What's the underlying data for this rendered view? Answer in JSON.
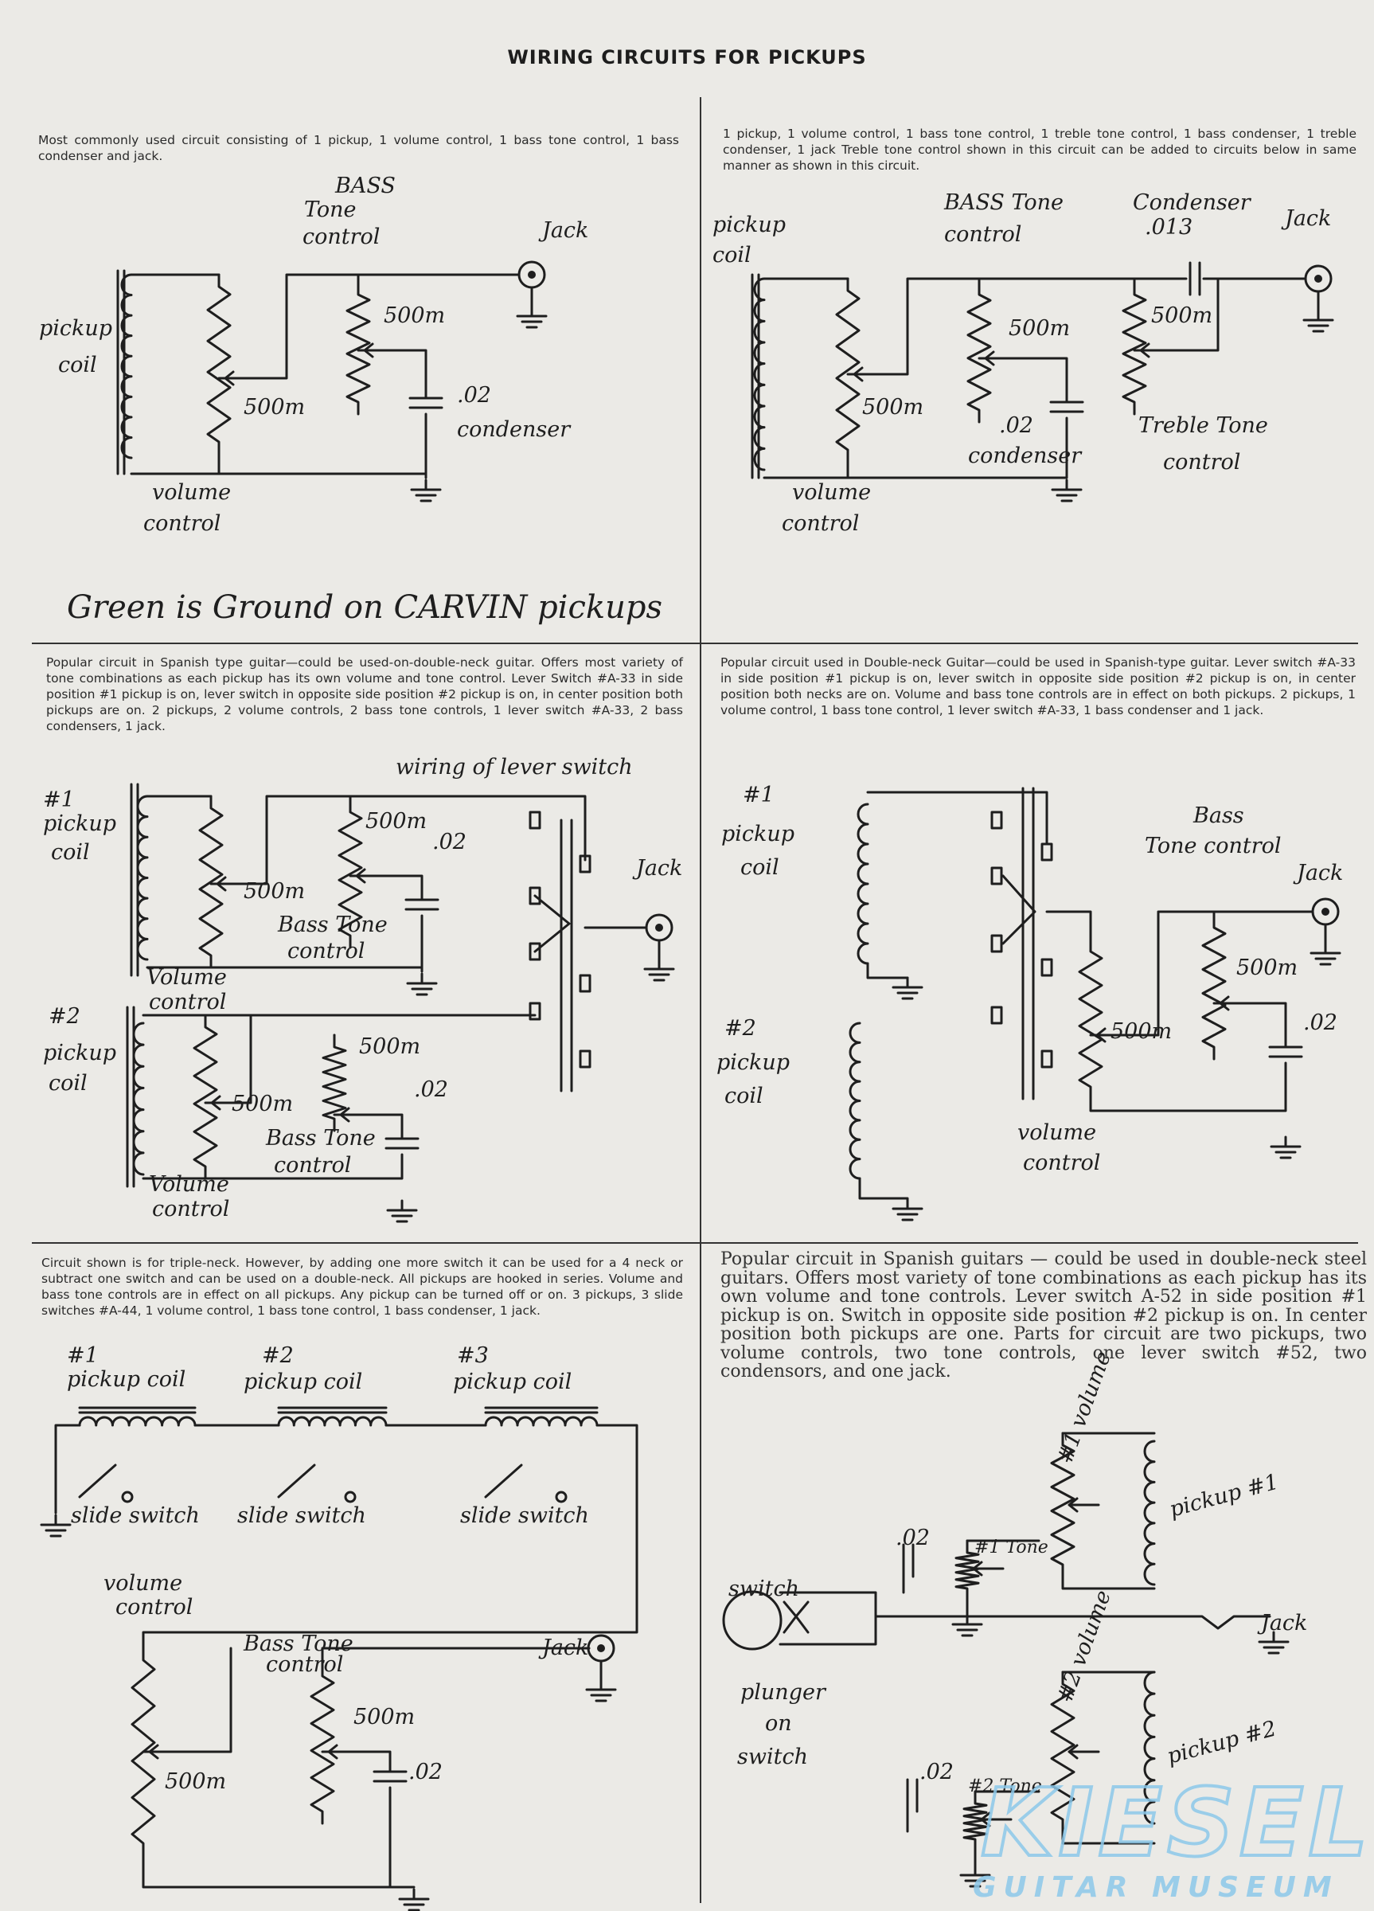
{
  "title": "WIRING CIRCUITS FOR PICKUPS",
  "descriptions": [
    "Most commonly used circuit consisting of 1 pickup, 1 volume control, 1 bass tone control, 1 bass condenser and jack.",
    "1 pickup, 1 volume control, 1 bass tone control, 1 treble tone control, 1 bass condenser, 1 treble condenser, 1 jack Treble tone control shown in this circuit can be added to circuits below in same manner as shown in this circuit.",
    "Popular circuit in Spanish type guitar—could be used-on-double-neck guitar. Offers most variety of tone combinations as each pickup has its own volume and tone control. Lever Switch #A-33 in side position #1 pickup is on, lever switch in opposite side position #2 pickup is on, in center position both pickups are on. 2 pickups, 2 volume controls, 2 bass tone controls, 1 lever switch #A-33, 2 bass condensers, 1 jack.",
    "Popular circuit used in Double-neck Guitar—could be used in Spanish-type guitar. Lever switch #A-33 in side position #1 pickup is on, lever switch in opposite side position #2 pickup is on, in center position both necks are on. Volume and bass tone controls are in effect on both pickups. 2 pickups, 1 volume control, 1 bass tone control, 1 lever switch #A-33, 1 bass condenser and 1 jack.",
    "Circuit shown is for triple-neck. However, by adding one more switch it can be used for a 4 neck or subtract one switch and can be used on a double-neck. All pickups are hooked in series. Volume and bass tone controls are in effect on all pickups. Any pickup can be turned off or on. 3 pickups, 3 slide switches #A-44, 1 volume control, 1 bass tone control, 1 bass condenser, 1 jack.",
    "Popular circuit in Spanish guitars — could be used in double-neck steel guitars. Offers most variety of tone combinations as each pickup has its own volume and tone controls. Lever switch A-52 in side position #1 pickup is on. Switch in opposite side position #2 pickup is on. In center position both pickups are one. Parts for circuit are two pickups, two volume controls, two tone controls, one lever switch #52, two condensors, and one jack."
  ],
  "d1": [
    "BASS",
    "Tone",
    "control",
    "Jack",
    "pickup",
    "coil",
    "500m",
    "500m",
    ".02",
    "condenser",
    "volume",
    "control",
    "Green is Ground on CARVIN pickups"
  ],
  "d2": [
    "pickup",
    "coil",
    "BASS Tone",
    "control",
    "Condenser",
    ".013",
    "Jack",
    "500m",
    "500m",
    "500m",
    ".02",
    "condenser",
    "Treble Tone",
    "control",
    "volume",
    "control"
  ],
  "d3": [
    "wiring of lever switch",
    "#1",
    "pickup",
    "coil",
    "500m",
    "500m",
    ".02",
    "Bass Tone",
    "control",
    "Jack",
    "Volume",
    "control",
    "#2",
    "pickup",
    "coil",
    "500m",
    "500m",
    ".02",
    "Bass Tone",
    "control",
    "Volume",
    "control"
  ],
  "d4": [
    "#1",
    "pickup",
    "coil",
    "Bass",
    "Tone control",
    "Jack",
    "500m",
    ".02",
    "500m",
    "#2",
    "pickup",
    "coil",
    "volume",
    "control"
  ],
  "d5": [
    "#1",
    "pickup coil",
    "#2",
    "pickup coil",
    "#3",
    "pickup coil",
    "slide switch",
    "slide switch",
    "slide switch",
    "volume",
    "control",
    "Bass Tone",
    "control",
    "Jack",
    "500m",
    ".02",
    "500m"
  ],
  "d6": [
    "#1 volume",
    "pickup #1",
    ".02",
    "#1 Tone",
    "switch",
    "Jack",
    "plunger",
    "on",
    "switch",
    "#2 volume",
    "pickup #2",
    ".02",
    "#2 Tone"
  ],
  "watermark": {
    "brand": "KIESEL",
    "sub": "GUITAR MUSEUM",
    "color": "#8cc8ea"
  }
}
